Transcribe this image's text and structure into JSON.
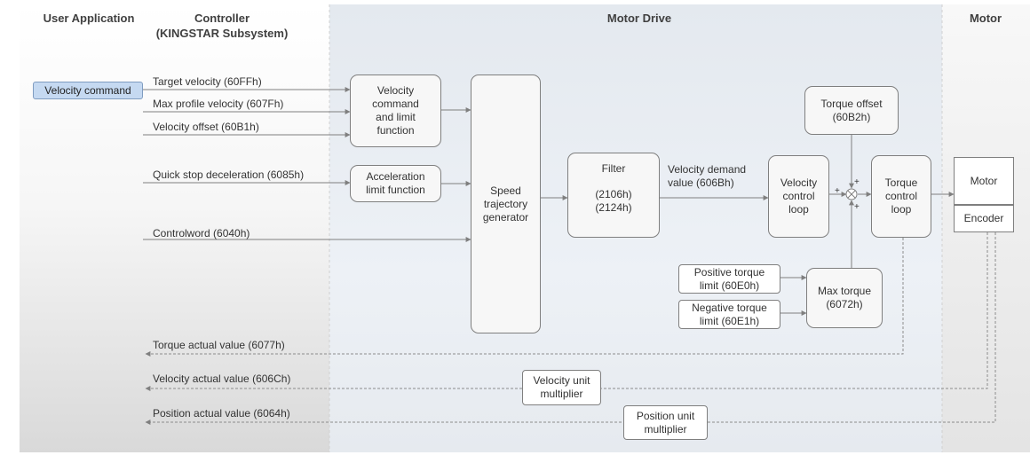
{
  "columns": {
    "user_app": "User Application",
    "controller_line1": "Controller",
    "controller_line2": "(KINGSTAR Subsystem)",
    "motor_drive": "Motor Drive",
    "motor": "Motor"
  },
  "velocity_command": "Velocity command",
  "inputs": {
    "target_velocity": "Target velocity (60FFh)",
    "max_profile_velocity": "Max profile velocity (607Fh)",
    "velocity_offset": "Velocity offset (60B1h)",
    "quick_stop": "Quick stop deceleration (6085h)",
    "controlword": "Controlword (6040h)"
  },
  "outputs": {
    "torque_actual": "Torque actual value (6077h)",
    "velocity_actual": "Velocity actual value (606Ch)",
    "position_actual": "Position actual value (6064h)"
  },
  "blocks": {
    "velocity_command_limit": "Velocity\ncommand\nand limit\nfunction",
    "acceleration_limit": "Acceleration\nlimit function",
    "speed_trajectory": "Speed\ntrajectory\ngenerator",
    "filter_title": "Filter",
    "filter_values": "(2106h)\n(2124h)",
    "velocity_demand": "Velocity demand\nvalue (606Bh)",
    "velocity_control_loop": "Velocity\ncontrol\nloop",
    "torque_offset": "Torque offset\n(60B2h)",
    "torque_control_loop": "Torque\ncontrol\nloop",
    "positive_torque_limit": "Positive torque\nlimit (60E0h)",
    "negative_torque_limit": "Negative torque\nlimit (60E1h)",
    "max_torque": "Max torque\n(6072h)",
    "motor": "Motor",
    "encoder": "Encoder",
    "velocity_unit_multiplier": "Velocity unit\nmultiplier",
    "position_unit_multiplier": "Position unit\nmultiplier"
  },
  "sum_signs": {
    "top": "+",
    "left": "+",
    "bottom": "+"
  },
  "colors": {
    "motor_drive_bg": "#e9eef4",
    "controller_bg": "#f0f0f0",
    "command_box": "#c5d9f1"
  }
}
